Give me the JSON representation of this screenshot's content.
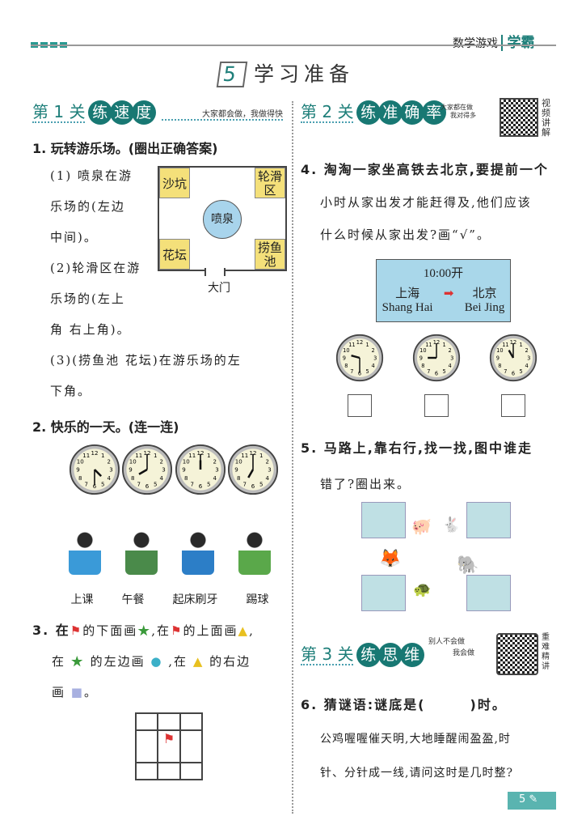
{
  "header": {
    "brand": "数学游戏",
    "logo": "学霸"
  },
  "title": {
    "unit": "5",
    "text": "学习准备"
  },
  "level1": {
    "label": "第 1 关",
    "balls": [
      "练",
      "速",
      "度"
    ],
    "slogan": "大家都会做，我做得快"
  },
  "level2": {
    "label": "第 2 关",
    "balls": [
      "练",
      "准",
      "确",
      "率"
    ],
    "slogan1": "大家都在做",
    "slogan2": "我对得多",
    "qr_label": "视频讲解"
  },
  "level3": {
    "label": "第 3 关",
    "balls": [
      "练",
      "思",
      "维"
    ],
    "slogan1": "别人不会做",
    "slogan2": "我会做",
    "qr_label": "重难精讲"
  },
  "q1": {
    "title": "1. 玩转游乐场。(圈出正确答案)",
    "p1a": "(1) 喷泉在游",
    "p1b": "乐场的(左边",
    "p1c": "中间)。",
    "p2a": "(2)轮滑区在游",
    "p2b": "乐场的(左上",
    "p2c": "角  右上角)。",
    "p3a": "(3)(捞鱼池  花坛)在游乐场的左",
    "p3b": "下角。",
    "map": {
      "tl": "沙坑",
      "tr": "轮滑区",
      "bl": "花坛",
      "br": "捞鱼池",
      "center": "喷泉",
      "gate": "大门"
    }
  },
  "q2": {
    "title": "2. 快乐的一天。(连一连)",
    "clocks": [
      {
        "h": 4,
        "m": 30
      },
      {
        "h": 8,
        "m": 0
      },
      {
        "h": 12,
        "m": 0
      },
      {
        "h": 7,
        "m": 0
      }
    ],
    "activities": [
      "上课",
      "午餐",
      "起床刷牙",
      "踢球"
    ]
  },
  "q3": {
    "l1a": "3. 在",
    "l1b": "的下面画",
    "l1c": ",在",
    "l1d": "的上面画",
    "l2a": "在",
    "l2b": "的左边画",
    "l2c": ",在",
    "l2d": "的右边",
    "l3": "画",
    "l3end": "。"
  },
  "q4": {
    "l1": "4. 淘淘一家坐高铁去北京,要提前一个",
    "l2": "小时从家出发才能赶得及,他们应该",
    "l3": "什么时候从家出发?画“√”。",
    "sign": {
      "time": "10:00开",
      "from": "上海",
      "to": "北京",
      "from_en": "Shang Hai",
      "to_en": "Bei Jing"
    },
    "clocks": [
      {
        "h": 9,
        "m": 30
      },
      {
        "h": 9,
        "m": 0
      },
      {
        "h": 11,
        "m": 0
      }
    ]
  },
  "q5": {
    "l1": "5. 马路上,靠右行,找一找,图中谁走",
    "l2": "错了?圈出来。"
  },
  "q6": {
    "l1a": "6. 猜谜语:谜底是(",
    "l1b": ")时。",
    "l2": "公鸡喔喔催天明,大地睡醒闹盈盈,时",
    "l3": "针、分针成一线,请问这时是几时整?"
  },
  "footer": {
    "page": "5"
  }
}
